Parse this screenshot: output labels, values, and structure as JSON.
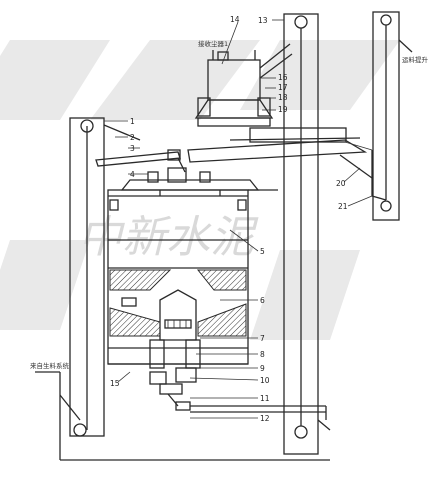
{
  "labels": {
    "n1": "1",
    "n2": "2",
    "n3": "3",
    "n4": "4",
    "n5": "5",
    "n6": "6",
    "n7": "7",
    "n8": "8",
    "n9": "9",
    "n10": "10",
    "n11": "11",
    "n12": "12",
    "n13": "13",
    "n14": "14",
    "n15": "15",
    "n16": "16",
    "n17": "17",
    "n18": "18",
    "n19": "19",
    "n20": "20",
    "n21": "21"
  },
  "notes": {
    "dust_collector": "接收尘器1",
    "to_feed": "运料提升",
    "from_feed_system": "来自生料系统"
  },
  "watermark": "中新水泥",
  "colors": {
    "line": "#2a2a2a",
    "watermark": "#d9d9d9",
    "background": "#ffffff"
  }
}
